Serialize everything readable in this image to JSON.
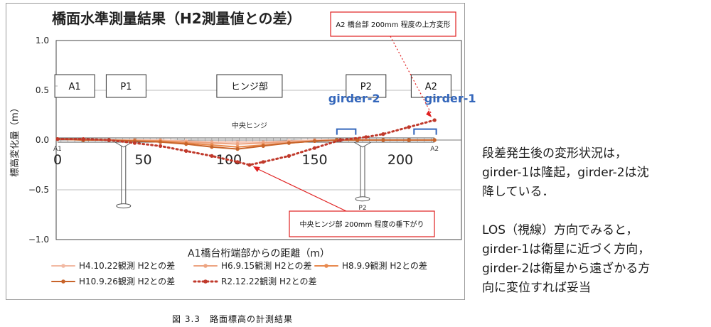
{
  "chart_data": {
    "type": "line",
    "title": "橋面水準測量結果（H2測量値との差）",
    "xlabel": "A1橋台桁端部からの距離（m）",
    "ylabel": "標高変化量（m）",
    "xlim": [
      0,
      230
    ],
    "ylim": [
      -1.0,
      1.0
    ],
    "x_ticks": [
      0,
      50,
      100,
      150,
      200
    ],
    "y_ticks": [
      1.0,
      0.5,
      0.0,
      -0.5,
      -1.0
    ],
    "y_tick_labels": [
      "1.0",
      "0.5",
      "0.0",
      "−0.5",
      "−1.0"
    ],
    "grid": "horizontal",
    "legend_position": "bottom",
    "series": [
      {
        "name": "H4.10.22観測 H2との差",
        "color": "#f2b9a3",
        "style": "line-marker",
        "x": [
          0,
          15,
          30,
          45,
          60,
          75,
          90,
          105,
          120,
          135,
          150,
          163,
          175,
          190,
          205,
          220
        ],
        "y": [
          0.01,
          0.01,
          0.0,
          0.0,
          0.0,
          -0.01,
          -0.02,
          -0.02,
          -0.02,
          -0.01,
          0.0,
          0.0,
          0.0,
          0.0,
          0.0,
          0.0
        ]
      },
      {
        "name": "H6.9.15観測 H2との差",
        "color": "#eda481",
        "style": "line-marker",
        "x": [
          0,
          15,
          30,
          45,
          60,
          75,
          90,
          105,
          120,
          135,
          150,
          163,
          175,
          190,
          205,
          220
        ],
        "y": [
          0.01,
          0.01,
          0.0,
          0.0,
          -0.01,
          -0.02,
          -0.03,
          -0.04,
          -0.03,
          -0.02,
          -0.01,
          0.0,
          0.0,
          0.0,
          0.0,
          0.0
        ]
      },
      {
        "name": "H8.9.9観測 H2との差",
        "color": "#e8894e",
        "style": "line-marker",
        "x": [
          0,
          15,
          30,
          45,
          60,
          75,
          90,
          105,
          120,
          135,
          150,
          163,
          175,
          190,
          205,
          220
        ],
        "y": [
          0.01,
          0.0,
          0.0,
          -0.01,
          -0.01,
          -0.03,
          -0.05,
          -0.07,
          -0.05,
          -0.03,
          -0.01,
          0.0,
          0.0,
          0.0,
          0.0,
          0.0
        ]
      },
      {
        "name": "H10.9.26観測 H2との差",
        "color": "#c8642a",
        "style": "line-marker",
        "x": [
          0,
          15,
          30,
          45,
          60,
          75,
          90,
          105,
          120,
          135,
          150,
          163,
          175,
          190,
          205,
          220
        ],
        "y": [
          0.01,
          0.0,
          0.0,
          -0.01,
          -0.02,
          -0.04,
          -0.07,
          -0.09,
          -0.06,
          -0.03,
          -0.01,
          0.0,
          0.0,
          0.0,
          0.0,
          0.0
        ]
      },
      {
        "name": "R2.12.22観測 H2との差",
        "color": "#c0392b",
        "style": "dotted-marker",
        "x": [
          0,
          15,
          30,
          45,
          60,
          75,
          90,
          105,
          112,
          120,
          135,
          150,
          165,
          180,
          190,
          205,
          220
        ],
        "y": [
          0.01,
          0.01,
          0.0,
          -0.03,
          -0.06,
          -0.11,
          -0.16,
          -0.22,
          -0.25,
          -0.22,
          -0.16,
          -0.08,
          0.0,
          0.03,
          0.06,
          0.13,
          0.2
        ]
      }
    ],
    "annotations": {
      "supports": [
        "A1",
        "P1",
        "ヒンジ部",
        "P2",
        "A2"
      ],
      "deck_end_left": "A1",
      "deck_end_right": "A2",
      "pier_label": "P2",
      "hinge_label": "中央ヒンジ",
      "girder_labels": [
        "girder-2",
        "girder-1"
      ],
      "callout_top": "A2 橋台部 200mm 程度の上方変形",
      "callout_bottom": "中央ヒンジ部 200mm 程度の垂下がり"
    }
  },
  "caption": "図 3.3　路面標高の計測結果",
  "side_note": {
    "p1": [
      "段差発生後の変形状況は，",
      "girder-1は隆起，girder-2は沈",
      "降している．"
    ],
    "p2": [
      "LOS（視線）方向でみると，",
      "girder-1は衛星に近づく方向，",
      "girder-2は衛星から遠ざかる方",
      "向に変位すれば妥当"
    ]
  },
  "colors": {
    "callout_border": "#e02020",
    "girder_label": "#3366bb",
    "frame": "#9a9a9a",
    "grid": "#bdbdbd"
  }
}
